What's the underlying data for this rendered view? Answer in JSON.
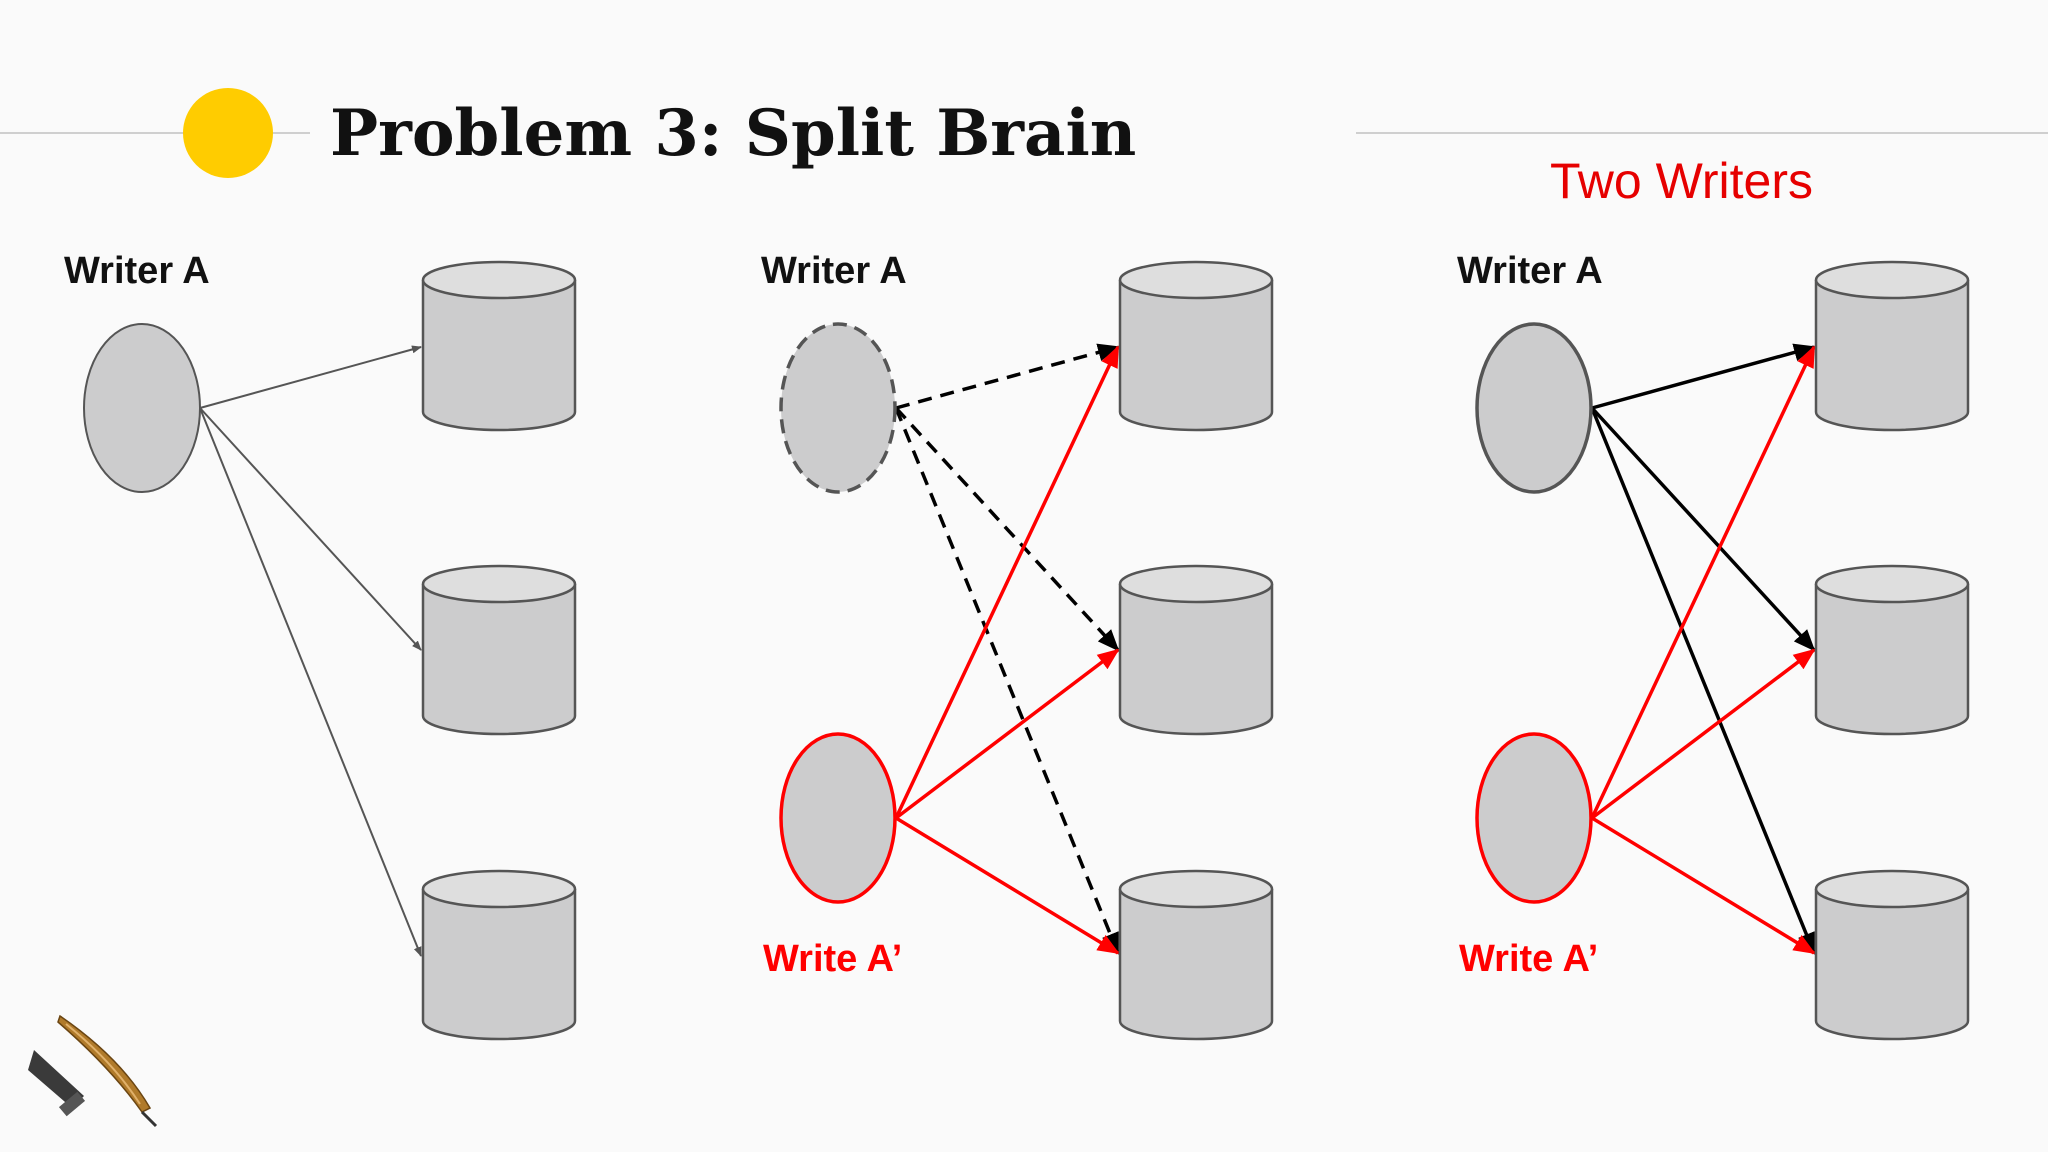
{
  "slide": {
    "title": "Problem 3: Split Brain",
    "subtitle": "Two Writers"
  },
  "panels": [
    {
      "writer_label": "Writer A"
    },
    {
      "writer_label": "Writer A",
      "second_writer_label": "Write A’"
    },
    {
      "writer_label": "Writer A",
      "second_writer_label": "Write A’"
    }
  ],
  "colors": {
    "accent_dot": "#ffcc00",
    "node_fill": "#cccccd",
    "db_top": "#dedede",
    "red": "#ff0000",
    "black": "#000000",
    "gray_edge": "#555555"
  },
  "icons": {
    "logo": "quill-feather-logo"
  }
}
